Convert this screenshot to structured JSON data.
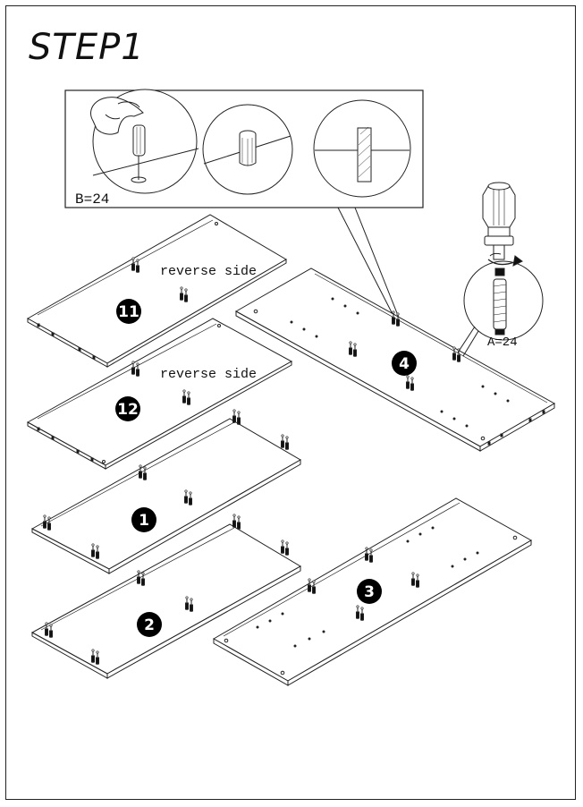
{
  "title": "STEP1",
  "detail_box_label": "B=24",
  "callout_label": "A=24",
  "reverse_label": "reverse side",
  "panels": [
    {
      "id": "11",
      "note": "reverse side"
    },
    {
      "id": "12",
      "note": "reverse side"
    },
    {
      "id": "1"
    },
    {
      "id": "2"
    },
    {
      "id": "3"
    },
    {
      "id": "4"
    }
  ],
  "colors": {
    "line": "#222222",
    "badge": "#000000",
    "badge_text": "#ffffff",
    "background": "#ffffff"
  }
}
